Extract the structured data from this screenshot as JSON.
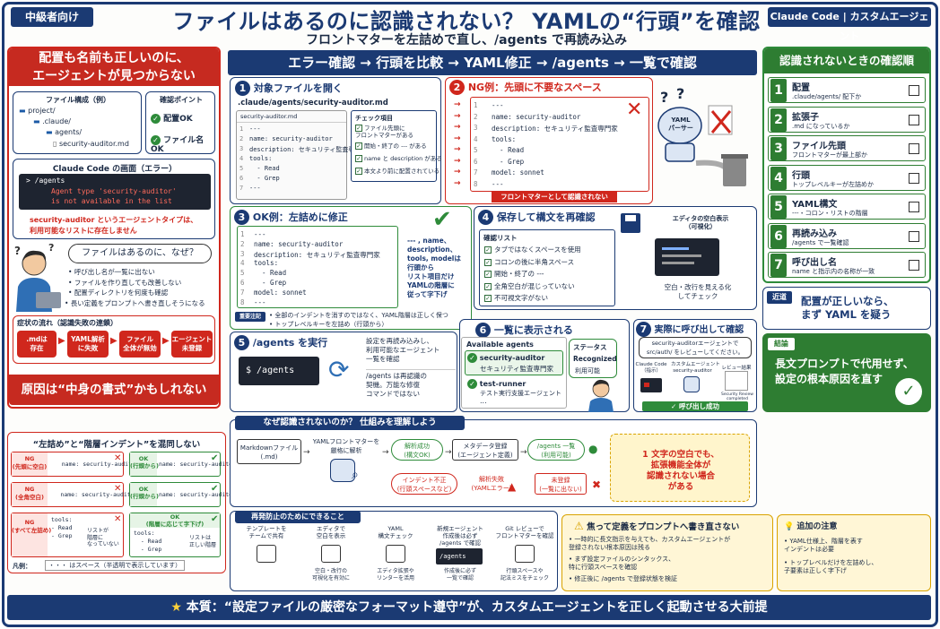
{
  "header": {
    "badge": "中級者向け",
    "title": "ファイルはあるのに認識されない？ YAMLの“行頭”を確認",
    "subtitle": "フロントマターを左詰めで直し、/agents で再読み込み",
    "product_a": "Claude Code",
    "product_b": "カスタムエージェント"
  },
  "left": {
    "title_1": "配置も名前も正しいのに、",
    "title_2": "エージェントが見つからない",
    "file_struct_title": "ファイル構成（例）",
    "tree": [
      "project/",
      "  .claude/",
      "    agents/",
      "      security-auditor.md"
    ],
    "checkpoint_title": "確認ポイント",
    "check_1": "配置OK",
    "check_2": "ファイル名OK",
    "screen_title": "Claude Code の画面（エラー）",
    "cmd": "> /agents",
    "err_1": "Agent type 'security-auditor'",
    "err_2": "is not available in the list",
    "note_1": "security-auditor というエージェントタイプは、",
    "note_2": "利用可能なリストに存在しません",
    "bubble": "ファイルはあるのに、なぜ？",
    "bullets": [
      "呼び出し名が一覧に出ない",
      "ファイルを作り直しても改善しない",
      "配置ディレクトリを何度も確認",
      "長い定義をプロンプトへ書き直しそうになる"
    ],
    "chain_title": "症状の流れ（認識失敗の連鎖）",
    "chain": [
      ".mdは\n存在",
      "YAML解析\nに失敗",
      "ファイル\n全体が無効",
      "エージェント\n未登録"
    ],
    "cause": "原因は“中身の書式”かもしれない"
  },
  "flow_banner": "エラー確認 → 行頭を比較 → YAML修正 → /agents → 一覧で確認",
  "step1": {
    "num": "1",
    "title": "対象ファイルを開く",
    "path": ".claude/agents/security-auditor.md",
    "file_tab": "security-auditor.md",
    "lines": [
      "---",
      "name: security-auditor",
      "description: セキュリティ監査専門家",
      "tools:",
      "  - Read",
      "  - Grep",
      "---"
    ],
    "checklist_title": "チェック項目",
    "checklist": [
      "ファイル先頭に\nフロントマターがある",
      "開始・終了の --- がある",
      "name と description がある",
      "本文より前に配置されている"
    ]
  },
  "step2": {
    "num": "2",
    "title": "NG例：先頭に不要なスペース",
    "lines": [
      "  ---",
      "  name: security-auditor",
      "  description: セキュリティ監査専門家",
      "  tools:",
      "    - Read",
      "    - Grep",
      "  model: sonnet",
      "  ---"
    ],
    "footer": "フロントマターとして認識されない",
    "parser_label": "YAML\nパーサー"
  },
  "step3": {
    "num": "3",
    "title": "OK例：左詰めに修正",
    "lines": [
      "---",
      "name: security-auditor",
      "description: セキュリティ監査専門家",
      "tools:",
      "  - Read",
      "  - Grep",
      "model: sonnet",
      "---"
    ],
    "note": "--- , name、\ndescription、\ntools, modelは\n行頭から\nリスト項目だけ\nYAMLの階層に\n従って字下げ",
    "key_tag": "重要注記",
    "key_1": "全部のインデントを消すのではなく、YAML階層は正しく保つ",
    "key_2": "トップレベルキーを左詰め（行頭から）"
  },
  "step4": {
    "num": "4",
    "title": "保存して構文を再確認",
    "list_title": "確認リスト",
    "list": [
      "タブではなくスペースを使用",
      "コロンの後に半角スペース",
      "開始・終了の ---",
      "全角空白が混じっていない",
      "不可視文字がない"
    ],
    "editor_title": "エディタの空白表示\n（可視化）",
    "editor_note": "空白・改行を見える化\nしてチェック"
  },
  "step5": {
    "num": "5",
    "title": "/agents を実行",
    "cmd": "$ /agents",
    "note_1": "設定を再読み込みし、\n利用可能なエージェント\n一覧を確認",
    "note_2": "/agents は再認識の\n契機。万能な修復\nコマンドではない"
  },
  "step6": {
    "num": "6",
    "title": "一覧に表示される",
    "list_title": "Available agents",
    "agent_1": "security-auditor",
    "agent_1_desc": "セキュリティ監査専門家",
    "agent_2": "test-runner",
    "agent_2_desc": "テスト実行支援エージェント",
    "more": "...",
    "status_title": "ステータス",
    "status": "Recognized",
    "status_jp": "利用可能"
  },
  "step7": {
    "num": "7",
    "title": "実際に呼び出して確認",
    "bubble": "security-auditorエージェントで\nsrc/auth/ をレビューしてください。",
    "col_1": "Claude Code\n（指示）",
    "col_2": "カスタムエージェント\nsecurity-auditor",
    "col_3": "レビュー結果",
    "doc": "Security Review\ncompleted",
    "success": "呼び出し成功"
  },
  "right": {
    "title": "認識されないときの確認順",
    "items": [
      {
        "n": "1",
        "t": "配置",
        "d": ".claude/agents/ 配下か"
      },
      {
        "n": "2",
        "t": "拡張子",
        "d": ".md になっているか"
      },
      {
        "n": "3",
        "t": "ファイル先頭",
        "d": "フロントマターが最上部か"
      },
      {
        "n": "4",
        "t": "行頭",
        "d": "トップレベルキーが左詰めか"
      },
      {
        "n": "5",
        "t": "YAML構文",
        "d": "---・コロン・リストの階層"
      },
      {
        "n": "6",
        "t": "再読み込み",
        "d": "/agents で一覧確認"
      },
      {
        "n": "7",
        "t": "呼び出し名",
        "d": "name と指示内の名称が一致"
      }
    ],
    "shortcut_tag": "近道",
    "shortcut": "配置が正しいなら、\nまず YAML を疑う",
    "concl_tag": "結論",
    "concl": "長文プロンプトで代用せず、\n設定の根本原因を直す"
  },
  "mix": {
    "title": "“左詰め”と“階層インデント”を混同しない",
    "ng_1": "NG\n(先頭に空白)",
    "ng_1_code": "   name: security-auditor",
    "ok_1": "OK\n(行頭から)",
    "ok_1_code": "name: security-auditor",
    "ng_2": "NG\n(全角空白)",
    "ng_2_code": "　 name: security-auditor",
    "ok_2": "OK\n(行頭から)",
    "ok_2_code": "name: security-auditor",
    "ng_3": "NG\n(すべて左詰め)",
    "ng_3_code": "tools:\n- Read\n- Grep",
    "ng_3_note": "リストが\n階層に\nなっていない",
    "ok_3": "OK\n(階層に応じて字下げ)",
    "ok_3_code": "tools:\n  - Read\n  - Grep",
    "ok_3_note": "リストは\n正しい階層",
    "legend": "凡例：",
    "legend_key": "・・・ はスペース（半透明で表示しています）"
  },
  "mech": {
    "title": "なぜ認識されないのか？ 仕組みを理解しよう",
    "md": "Markdownファイル\n(.md)",
    "parse": "YAMLフロントマターを\n厳格に解析",
    "ok_1": "解析成功\n(構文OK)",
    "meta": "メタデータ登録\n(エージェント定義)",
    "list": "/agents 一覧\n(利用可能)",
    "ng_1": "インデント不正\n(行頭スペースなど)",
    "ng_2": "解析失敗\n(YAMLエラー)",
    "ng_3": "未登録\n(一覧に出ない)",
    "callout": "1 文字の空白でも、\n拡張機能全体が\n認識されない場合\nがある"
  },
  "prevent": {
    "title": "再発防止のためにできること",
    "items": [
      {
        "t": "テンプレートを\nチームで共有",
        "d": ""
      },
      {
        "t": "エディタで\n空白を表示",
        "d": "空白・改行の\n可視化を有効に"
      },
      {
        "t": "YAML\n構文チェック",
        "d": "エディタ拡張や\nリンターを活用"
      },
      {
        "t": "新規エージェント\n作成後は必ず\n/agents で確認",
        "d": "作成後に必ず\n一覧で確認",
        "cmd": "/agents"
      },
      {
        "t": "Git レビューで\nフロントマターを確認",
        "d": "行頭スペースや\n記法ミスをチェック"
      }
    ]
  },
  "warn": {
    "title": "焦って定義をプロンプトへ書き直さない",
    "items": [
      "一時的に長文指示を与えても、カスタムエージェントが\n登録されない根本原因は残る",
      "まず設定ファイルのシンタックス、\n特に行頭スペースを確認",
      "修正後に /agents で登録状態を検証"
    ]
  },
  "extra": {
    "title": "追加の注意",
    "items": [
      "YAML仕様上、階層を表す\nインデントは必要",
      "トップレベルだけを左詰めし、\n子要素は正しく字下げ"
    ]
  },
  "bottom": "本質：“設定ファイルの厳密なフォーマット遵守”が、カスタムエージェントを正しく起動させる大前提"
}
